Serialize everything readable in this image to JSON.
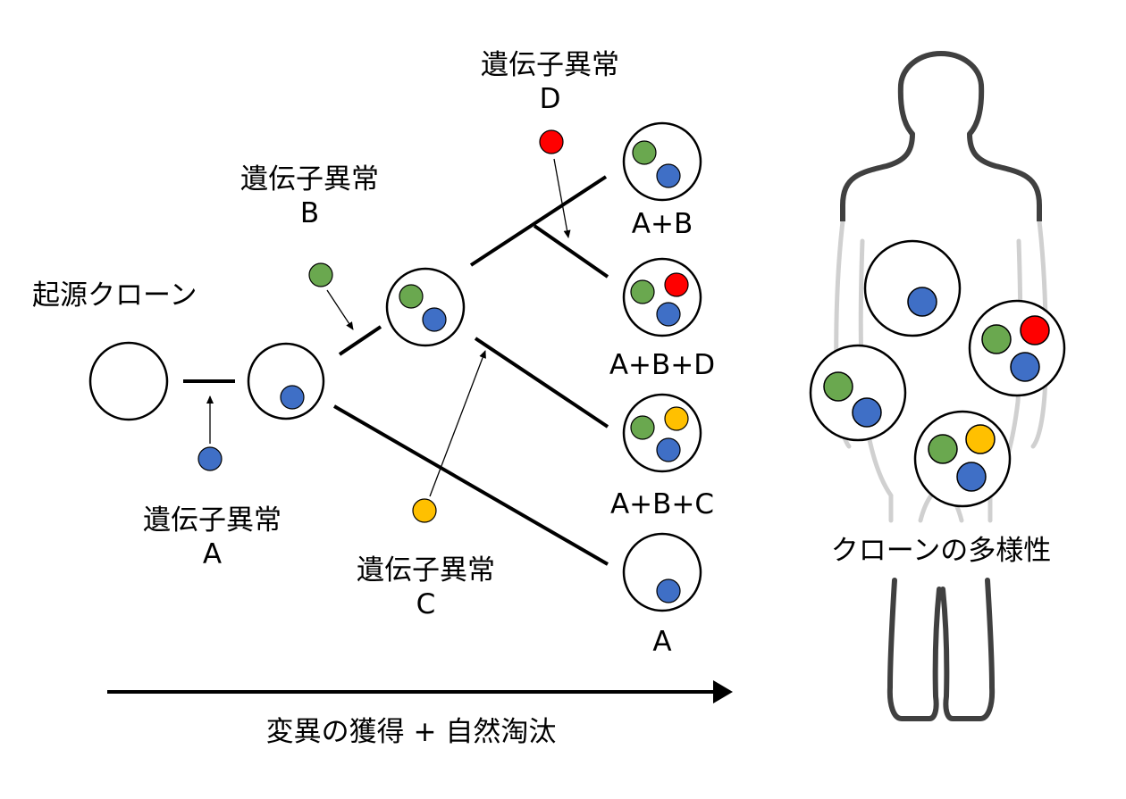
{
  "colors": {
    "mutation_a": "#3f6fc6",
    "mutation_b": "#6aa84f",
    "mutation_c": "#ffc000",
    "mutation_d": "#ff0000",
    "line": "#000000",
    "body_outline": "#404040",
    "body_inner": "#d0d0d0"
  },
  "labels": {
    "origin_clone": "起源クローン",
    "mutation_a": {
      "line1": "遺伝子異常",
      "line2": "A"
    },
    "mutation_b": {
      "line1": "遺伝子異常",
      "line2": "B"
    },
    "mutation_c": {
      "line1": "遺伝子異常",
      "line2": "C"
    },
    "mutation_d": {
      "line1": "遺伝子異常",
      "line2": "D"
    },
    "clone_ab": "A+B",
    "clone_abd": "A+B+D",
    "clone_abc": "A+B+C",
    "clone_a": "A",
    "time_axis": "変異の獲得 + 自然淘汰",
    "diversity": "クローンの多様性"
  }
}
